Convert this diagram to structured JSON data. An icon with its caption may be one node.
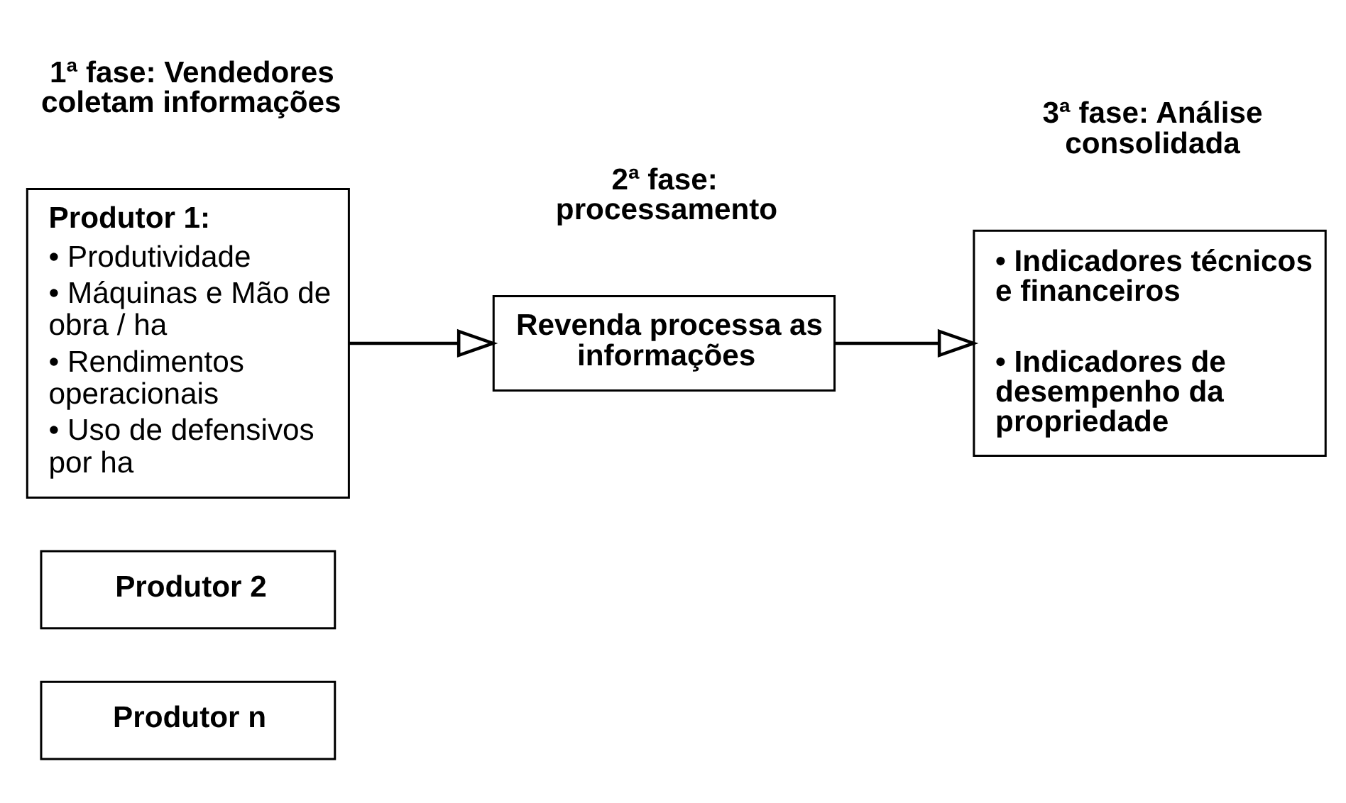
{
  "diagram": {
    "nodes": [
      {
        "text": [
          "Produtor 1:",
          "• Produtividade",
          "• Máquinas e Mão de obra / ha",
          "• Rendimentos operacionais",
          "• Uso de defensivos por ha"
        ]
      },
      {
        "text": [
          "Produtor 2"
        ]
      },
      {
        "text": [
          "Produtor n"
        ]
      },
      {
        "text": [
          "Revenda processa as informações"
        ]
      },
      {
        "text": [
          "• Indicadores técnicos e financeiros",
          "• Indicadores de desempenho da propriedade"
        ]
      }
    ],
    "edges": [
      {
        "from": 0,
        "to": 3,
        "arrow": "to"
      },
      {
        "from": 3,
        "to": 4,
        "arrow": "to"
      }
    ],
    "labels": [
      "1ª fase: Vendedores coletam informações",
      "2ª fase: processamento",
      "3ª fase: Análise consolidada"
    ]
  }
}
